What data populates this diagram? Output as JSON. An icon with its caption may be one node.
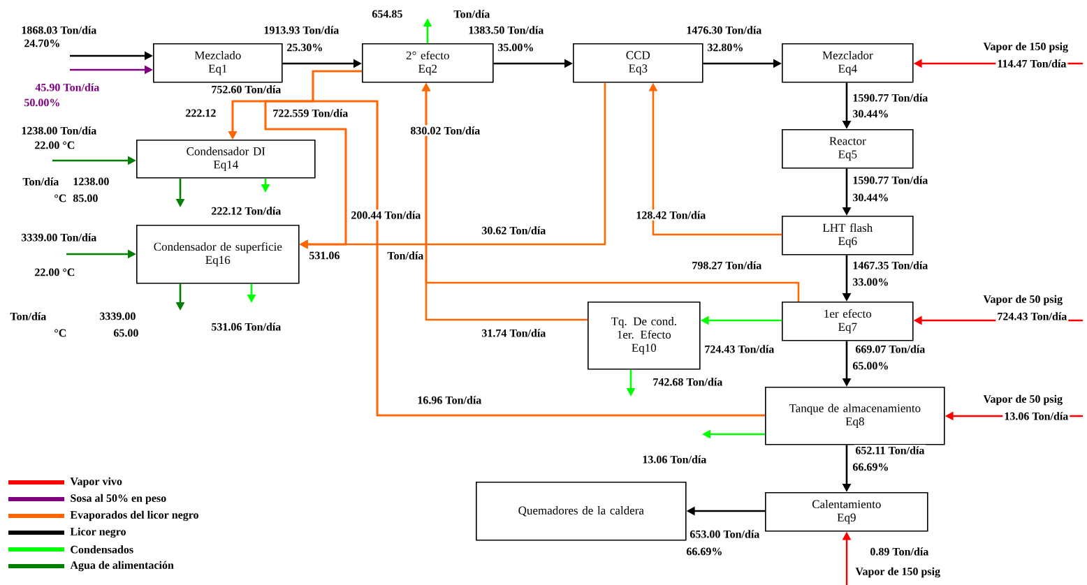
{
  "diagram": {
    "nodes": [
      {
        "text": [
          "Mezclado",
          "Eq1"
        ]
      },
      {
        "text": [
          "2° efecto",
          "Eq2"
        ]
      },
      {
        "text": [
          "CCD",
          "Eq3"
        ]
      },
      {
        "text": [
          "Mezclador",
          "Eq4"
        ]
      },
      {
        "text": [
          "Reactor",
          "Eq5"
        ]
      },
      {
        "text": [
          "LHT flash",
          "Eq6"
        ]
      },
      {
        "text": [
          "Condensador DI",
          "Eq14"
        ]
      },
      {
        "text": [
          "Condensador de superficie",
          "Eq16"
        ]
      },
      {
        "text": [
          "1er efecto",
          "Eq7"
        ]
      },
      {
        "text": [
          "Tq. De cond. 1er. Efecto",
          "Eq10"
        ]
      },
      {
        "text": [
          "Tanque de almacenamiento",
          "Eq8"
        ]
      },
      {
        "text": [
          "Calentamiento",
          "Eq9"
        ]
      },
      {
        "text": [
          "Quemadores de la caldera"
        ]
      }
    ],
    "edges": [
      {
        "from": null,
        "to": 0,
        "arrow": "to"
      },
      {
        "from": null,
        "to": 0,
        "arrow": "to",
        "color": "#800080"
      },
      {
        "from": 0,
        "to": 1,
        "arrow": "to"
      },
      {
        "from": 1,
        "to": null,
        "arrow": "to",
        "color": "#00ff00"
      },
      {
        "from": 1,
        "to": 2,
        "arrow": "to"
      },
      {
        "from": 2,
        "to": 3,
        "arrow": "to"
      },
      {
        "from": null,
        "to": 3,
        "arrow": "to",
        "color": "#ff0000"
      },
      {
        "from": 3,
        "to": 4,
        "arrow": "to"
      },
      {
        "from": 4,
        "to": 5,
        "arrow": "to"
      },
      {
        "from": 5,
        "to": 2,
        "arrow": "to",
        "color": "#ff6600"
      },
      {
        "from": 5,
        "to": 8,
        "arrow": "to"
      },
      {
        "from": null,
        "to": 8,
        "arrow": "to",
        "color": "#ff0000"
      },
      {
        "from": 8,
        "to": 9,
        "arrow": "to",
        "color": "#00ff00"
      },
      {
        "from": 8,
        "to": 1,
        "arrow": "to",
        "color": "#ff6600"
      },
      {
        "from": 9,
        "to": 1,
        "arrow": "to",
        "color": "#ff6600"
      },
      {
        "from": 9,
        "to": null,
        "arrow": "to",
        "color": "#00ff00"
      },
      {
        "from": 8,
        "to": 10,
        "arrow": "to"
      },
      {
        "from": null,
        "to": 10,
        "arrow": "to",
        "color": "#ff0000"
      },
      {
        "from": 10,
        "to": null,
        "arrow": "to",
        "color": "#00ff00"
      },
      {
        "from": 10,
        "to": 6,
        "arrow": "to",
        "color": "#ff6600"
      },
      {
        "from": 10,
        "to": 7,
        "arrow": "to",
        "color": "#ff6600"
      },
      {
        "from": 1,
        "to": 6,
        "arrow": "to",
        "color": "#ff6600"
      },
      {
        "from": 1,
        "to": 7,
        "arrow": "to",
        "color": "#ff6600"
      },
      {
        "from": 2,
        "to": 7,
        "arrow": "to",
        "color": "#ff6600"
      },
      {
        "from": null,
        "to": 6,
        "arrow": "to",
        "color": "#008000"
      },
      {
        "from": 6,
        "to": null,
        "arrow": "to",
        "color": "#008000"
      },
      {
        "from": 6,
        "to": null,
        "arrow": "to",
        "color": "#00ff00"
      },
      {
        "from": null,
        "to": 7,
        "arrow": "to",
        "color": "#008000"
      },
      {
        "from": 7,
        "to": null,
        "arrow": "to",
        "color": "#008000"
      },
      {
        "from": 7,
        "to": null,
        "arrow": "to",
        "color": "#00ff00"
      },
      {
        "from": null,
        "to": 11,
        "arrow": "to",
        "color": "#ff0000"
      },
      {
        "from": 10,
        "to": 11,
        "arrow": "to"
      },
      {
        "from": 11,
        "to": 12,
        "arrow": "to"
      }
    ],
    "labels": [
      "654.85",
      "Ton/día",
      "1868.03 Ton/día",
      "1913.93 Ton/día",
      "1383.50 Ton/día",
      "1476.30 Ton/día",
      "24.70%",
      "25.30%",
      "35.00%",
      "32.80%",
      "Vapor de 150 psig",
      "114.47 Ton/día",
      "45.90 Ton/día",
      "752.60 Ton/día",
      "50.00%",
      "1590.77 Ton/día",
      "222.12",
      "722.559 Ton/día",
      "30.44%",
      "1238.00 Ton/día",
      "830.02 Ton/día",
      "22.00 °C",
      "Ton/día",
      "1238.00",
      "1590.77 Ton/día",
      "°C",
      "85.00",
      "30.44%",
      "222.12 Ton/día",
      "200.44 Ton/día",
      "128.42 Ton/día",
      "30.62 Ton/día",
      "3339.00 Ton/día",
      "531.06",
      "Ton/día",
      "22.00 °C",
      "798.27 Ton/día",
      "1467.35 Ton/día",
      "33.00%",
      "Vapor de 50 psig",
      "Ton/día",
      "3339.00",
      "531.06 Ton/día",
      "724.43 Ton/día",
      "°C",
      "65.00",
      "31.74 Ton/día",
      "724.43 Ton/día",
      "669.07 Ton/día",
      "65.00%",
      "742.68 Ton/día",
      "16.96 Ton/día",
      "Vapor de 50 psig",
      "13.06 Ton/día",
      "13.06 Ton/día",
      "652.11 Ton/día",
      "66.69%",
      "653.00 Ton/día",
      "66.69%",
      "0.89 Ton/día",
      "Vapor de 150 psig"
    ],
    "legend": [
      {
        "text": "Vapor vivo",
        "color": "#ff0000"
      },
      {
        "text": "Sosa al 50% en peso",
        "color": "#800080"
      },
      {
        "text": "Evaporados del licor negro",
        "color": "#ff6600"
      },
      {
        "text": "Licor negro",
        "color": "#000000"
      },
      {
        "text": "Condensados",
        "color": "#00ff00"
      },
      {
        "text": "Agua de alimentación",
        "color": "#008000"
      }
    ]
  }
}
